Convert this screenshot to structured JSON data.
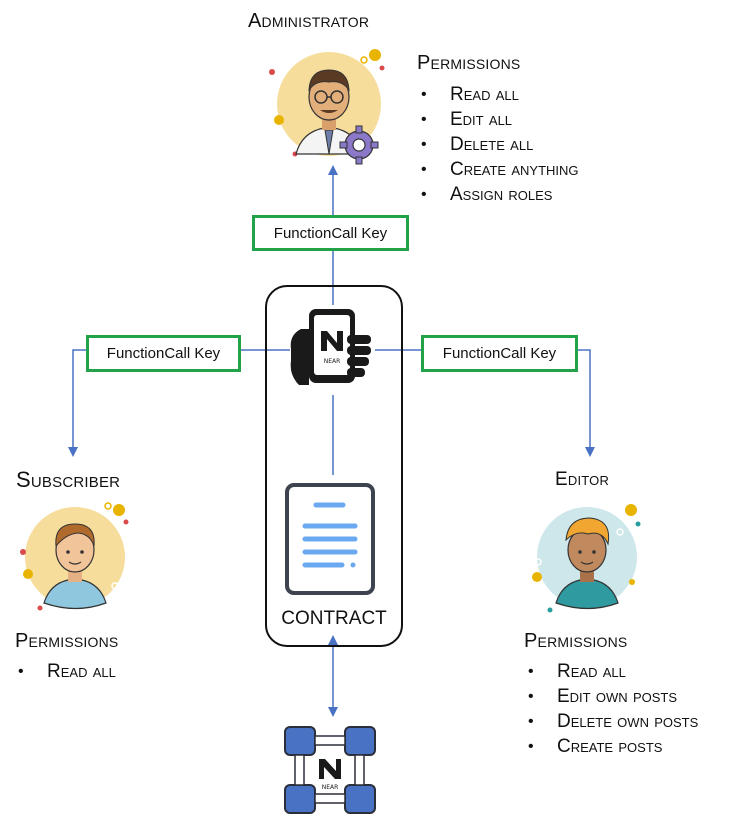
{
  "administrator": {
    "title": "Administrator",
    "permissions_title": "Permissions",
    "permissions": [
      "Read all",
      "Edit all",
      "Delete all",
      "Create anything",
      "Assign roles"
    ]
  },
  "subscriber": {
    "title": "Subscriber",
    "permissions_title": "Permissions",
    "permissions": [
      "Read all"
    ]
  },
  "editor": {
    "title": "Editor",
    "permissions_title": "Permissions",
    "permissions": [
      "Read all",
      "Edit own posts",
      "Delete own posts",
      "Create posts"
    ]
  },
  "keys": {
    "top": "FunctionCall Key",
    "left": "FunctionCall Key",
    "right": "FunctionCall Key"
  },
  "contract": {
    "label": "CONTRACT"
  },
  "colors": {
    "arrow": "#4a72c4",
    "key_border": "#22a34a",
    "node_fill": "#4a72c4",
    "doc_stroke": "#3d4450",
    "doc_lines": "#6aa8f0"
  },
  "icons": {
    "admin_avatar": "administrator-avatar-icon",
    "subscriber_avatar": "subscriber-avatar-icon",
    "editor_avatar": "editor-avatar-icon",
    "wallet": "near-wallet-phone-icon",
    "contract": "contract-document-icon",
    "network": "near-network-icon"
  }
}
